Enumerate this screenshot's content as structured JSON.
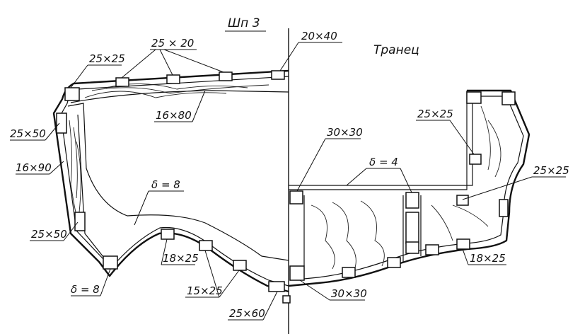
{
  "titles": {
    "section": "Шп 3",
    "transom": "Транец"
  },
  "labels": {
    "l_25x20": "25 × 20",
    "l_20x40": "20×40",
    "l_25x25_top": "25×25",
    "l_16x80": "16×80",
    "l_25x50_upper": "25×50",
    "l_16x90": "16×90",
    "l_delta8_mid": "δ = 8",
    "l_25x50_lower": "25×50",
    "l_delta8_bottom": "δ = 8",
    "l_18x25_left": "18×25",
    "l_15x25": "15×25",
    "l_25x60": "25×60",
    "l_30x30_lower": "30×30",
    "l_30x30_upper": "30×30",
    "l_delta4": "δ = 4",
    "l_25x25_right_upper": "25×25",
    "l_25x25_right": "25×25",
    "l_18x25_right": "18×25"
  }
}
